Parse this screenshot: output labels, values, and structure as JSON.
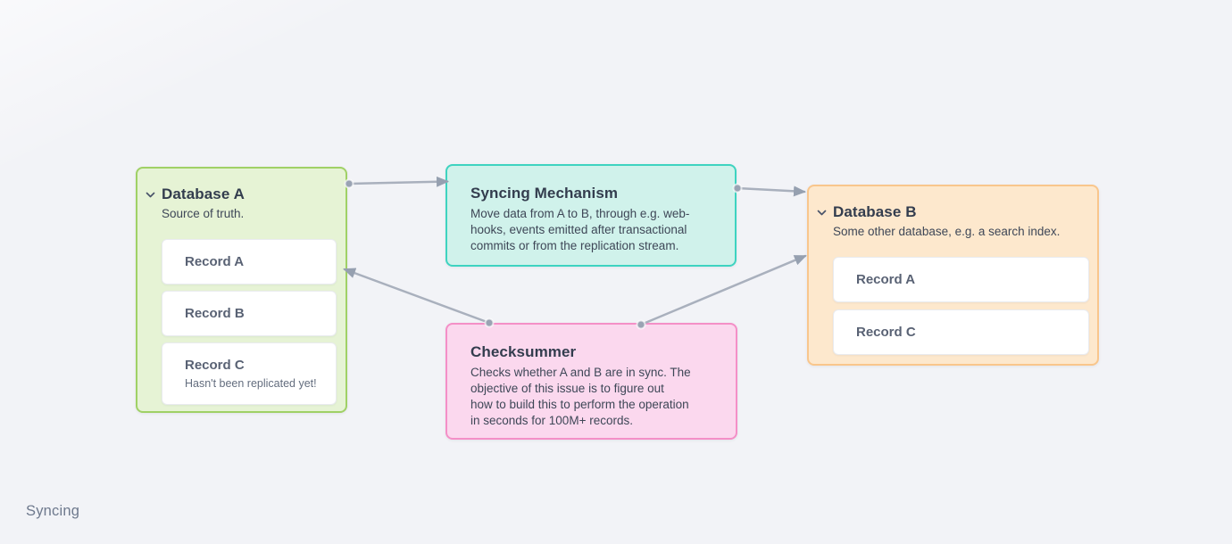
{
  "app": {
    "footer_label": "Syncing"
  },
  "palette": {
    "background": "#f2f3f7",
    "arrow_line": "#a9b0bd",
    "arrow_dot": "#9aa3b3",
    "arrow_head": "#96a0b0",
    "nodes": {
      "database_a": {
        "border": "#a0d166",
        "fill": "#e6f3d5"
      },
      "syncing_mechanism": {
        "border": "#3ed3c0",
        "fill": "#d0f2eb"
      },
      "checksummer": {
        "border": "#f48fc7",
        "fill": "#fbd8ee"
      },
      "database_b": {
        "border": "#f9c68c",
        "fill": "#fde8cd"
      }
    }
  },
  "nodes": {
    "database_a": {
      "title": "Database A",
      "subtitle": "Source of truth.",
      "records": [
        {
          "label": "Record A"
        },
        {
          "label": "Record B"
        },
        {
          "label": "Record C",
          "note": "Hasn't been replicated yet!"
        }
      ]
    },
    "syncing_mechanism": {
      "title": "Syncing Mechanism",
      "body_lines": [
        "Move data from A to B, through e.g. web-",
        "hooks, events emitted after transactional",
        "commits or from the replication stream."
      ]
    },
    "checksummer": {
      "title": "Checksummer",
      "body_lines": [
        "Checks whether A and B are in sync. The",
        "objective of this issue is to figure out",
        "how to build this to perform the operation",
        "in seconds for 100M+ records."
      ]
    },
    "database_b": {
      "title": "Database B",
      "subtitle": "Some other database, e.g. a search index.",
      "records": [
        {
          "label": "Record A"
        },
        {
          "label": "Record C"
        }
      ]
    }
  },
  "connections": [
    {
      "from": "database_a",
      "to": "syncing_mechanism"
    },
    {
      "from": "syncing_mechanism",
      "to": "database_b"
    },
    {
      "from": "checksummer",
      "to": "database_a"
    },
    {
      "from": "checksummer",
      "to": "database_b"
    }
  ]
}
